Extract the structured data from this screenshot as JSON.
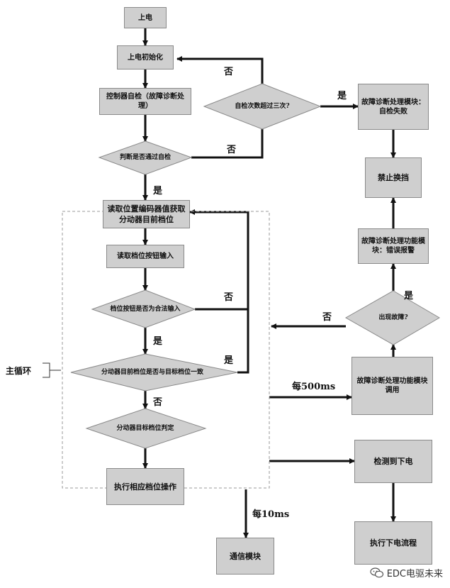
{
  "nodes": {
    "power_on": "上电",
    "power_on_init": "上电初始化",
    "self_check": "控制器自检（故障诊断处理）",
    "read_encoder": "读取位置编码器值获取分动器目前档位",
    "read_buttons": "读取档位按钮输入",
    "execute_shift": "执行相应档位操作",
    "comm_module": "通信模块",
    "fault_self_check_fail": "故障诊断处理模块：自检失败",
    "forbid_shift": "禁止换挡",
    "fault_error_alarm": "故障诊断处理功能模块：错误报警",
    "fault_call": "故障诊断处理功能模块调用",
    "detect_power_off": "检测到下电",
    "power_off_flow": "执行下电流程"
  },
  "decisions": {
    "self_check_count": "自检次数超过三次?",
    "passed_self_check": "判断是否通过自检",
    "button_valid": "档位按钮是否为合法输入",
    "gear_match": "分动器目前档位是否与目标档位一致",
    "target_gear_judge": "分动器目标档位判定",
    "fault_occurred": "出现故障?"
  },
  "labels": {
    "yes": "是",
    "no": "否",
    "main_loop": "主循环",
    "every_500ms": "每500ms",
    "every_10ms": "每10ms"
  },
  "watermark": "EDC电驱未来"
}
